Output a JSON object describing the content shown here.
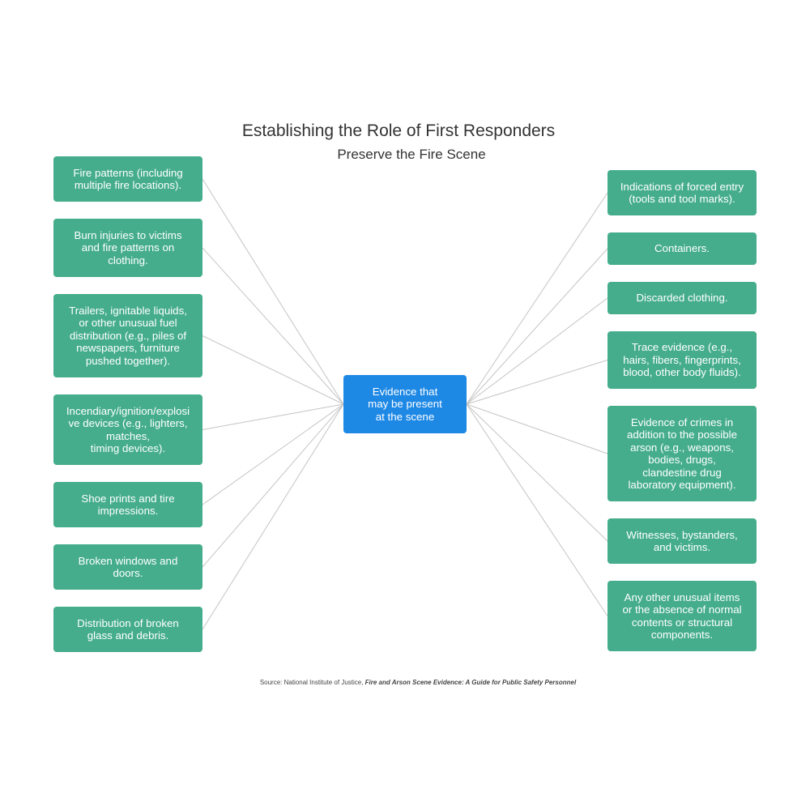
{
  "title": "Establishing the Role of First Responders",
  "subtitle": "Preserve the Fire Scene",
  "center": {
    "label": "Evidence that\nmay be present\nat the scene"
  },
  "left_nodes": [
    "Fire patterns (including\nmultiple fire locations).",
    "Burn injuries to victims\nand fire patterns on\nclothing.",
    "Trailers, ignitable liquids,\nor other unusual fuel\ndistribution (e.g., piles of\nnewspapers, furniture\npushed together).",
    "Incendiary/ignition/explosi\nve devices (e.g., lighters,\nmatches,\ntiming devices).",
    "Shoe prints and tire\nimpressions.",
    "Broken windows and\ndoors.",
    "Distribution of broken\nglass and debris."
  ],
  "right_nodes": [
    "Indications of forced entry\n(tools and tool marks).",
    "Containers.",
    "Discarded clothing.",
    "Trace evidence (e.g.,\nhairs, fibers, fingerprints,\nblood, other body fluids).",
    "Evidence of crimes in\naddition to the possible\narson (e.g., weapons,\nbodies, drugs,\nclandestine drug\nlaboratory equipment).",
    "Witnesses, bystanders,\nand victims.",
    "Any other unusual items\nor the absence of normal\ncontents or structural\ncomponents."
  ],
  "source": {
    "prefix": "Source: National Institute of Justice, ",
    "reference": "Fire and Arson Scene Evidence: A Guide for Public Safety Personnel"
  },
  "colors": {
    "node": "#45ad8c",
    "center": "#1e88e5",
    "connector": "#c4c4c4",
    "title": "#333333"
  }
}
